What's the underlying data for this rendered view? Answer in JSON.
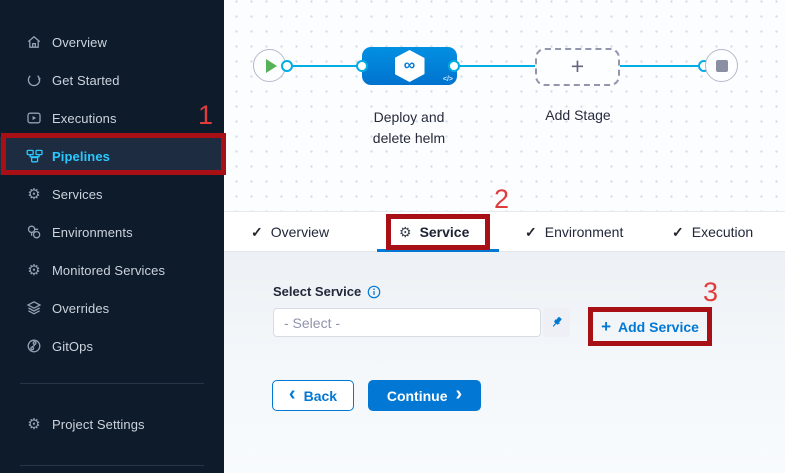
{
  "sidebar": {
    "items": [
      {
        "label": "Overview"
      },
      {
        "label": "Get Started"
      },
      {
        "label": "Executions"
      },
      {
        "label": "Pipelines",
        "active": true
      },
      {
        "label": "Services"
      },
      {
        "label": "Environments"
      },
      {
        "label": "Monitored Services"
      },
      {
        "label": "Overrides"
      },
      {
        "label": "GitOps"
      }
    ],
    "project_settings_label": "Project Settings"
  },
  "canvas": {
    "stage_name_line1": "Deploy and",
    "stage_name_line2": "delete helm",
    "add_stage_label": "Add Stage",
    "code_badge": "</>"
  },
  "tabs": {
    "overview": "Overview",
    "service": "Service",
    "environment": "Environment",
    "execution": "Execution"
  },
  "form": {
    "select_service_label": "Select Service",
    "select_placeholder": "- Select -",
    "add_service_label": "Add Service",
    "back_label": "Back",
    "continue_label": "Continue"
  },
  "annotations": {
    "one": "1",
    "two": "2",
    "three": "3"
  },
  "icons": {
    "check": "✓",
    "gear": "⚙",
    "plus": "+",
    "infinity": "∞",
    "chevron_left": "‹",
    "chevron_right": "›"
  },
  "colors": {
    "accent_blue": "#0278d5",
    "connector_cyan": "#00ade4",
    "sidebar_bg": "#0d1b2b",
    "sidebar_active_text": "#2bc8ff",
    "annotation_box_red": "#a91016",
    "annotation_number_red": "#e13c3c",
    "play_green": "#55b259"
  }
}
